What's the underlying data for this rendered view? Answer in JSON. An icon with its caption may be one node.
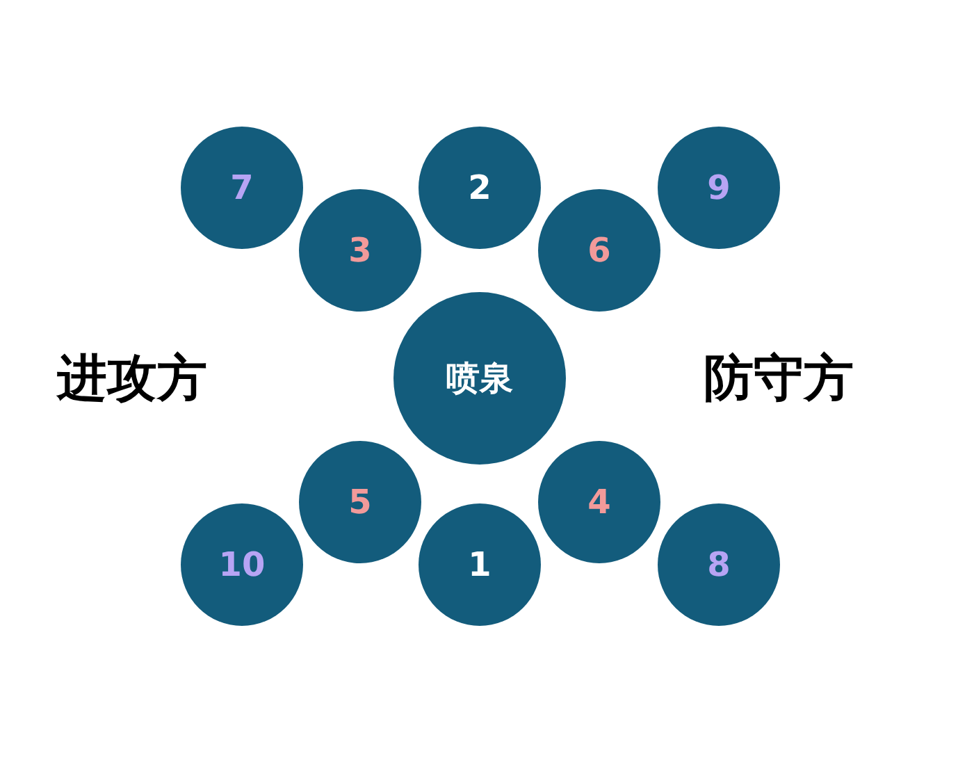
{
  "diagram": {
    "nodes": [
      {
        "text": [
          "7"
        ]
      },
      {
        "text": [
          "2"
        ]
      },
      {
        "text": [
          "9"
        ]
      },
      {
        "text": [
          "3"
        ]
      },
      {
        "text": [
          "6"
        ]
      },
      {
        "text": [
          "喷泉"
        ]
      },
      {
        "text": [
          "5"
        ]
      },
      {
        "text": [
          "4"
        ]
      },
      {
        "text": [
          "10"
        ]
      },
      {
        "text": [
          "1"
        ]
      },
      {
        "text": [
          "8"
        ]
      }
    ],
    "labels": [
      "进攻方",
      "防守方"
    ]
  }
}
